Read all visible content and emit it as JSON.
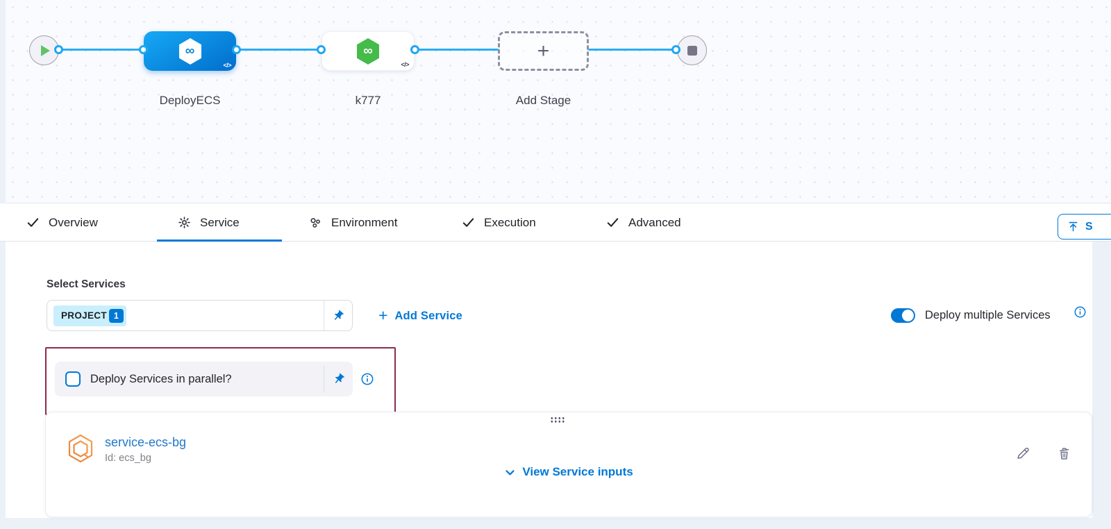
{
  "pipeline": {
    "infinity_glyph": "∞",
    "stages": [
      {
        "label": "DeployECS",
        "code_badge": "</>",
        "style": "blue"
      },
      {
        "label": "k777",
        "code_badge": "</>",
        "style": "white"
      },
      {
        "label": "Add Stage",
        "plus_glyph": "+",
        "style": "add-placeholder"
      }
    ]
  },
  "tabs": {
    "items": [
      {
        "label": "Overview",
        "icon": "check",
        "active": false
      },
      {
        "label": "Service",
        "icon": "gear",
        "active": true
      },
      {
        "label": "Environment",
        "icon": "environment",
        "active": false
      },
      {
        "label": "Execution",
        "icon": "check",
        "active": false
      },
      {
        "label": "Advanced",
        "icon": "check",
        "active": false
      }
    ],
    "save_button": {
      "label": "S",
      "icon": "upload"
    }
  },
  "service_section": {
    "select_services_label": "Select Services",
    "service_select": {
      "chip_text": "PROJECT",
      "chip_count": "1"
    },
    "add_service": {
      "plus_glyph": "+",
      "label": "Add Service"
    },
    "deploy_multiple": {
      "label": "Deploy multiple Services",
      "state_on": true
    },
    "parallel_checkbox": {
      "label": "Deploy Services in parallel?",
      "checked": false
    },
    "service_card": {
      "name": "service-ecs-bg",
      "id_text": "Id: ecs_bg",
      "view_inputs_label": "View Service inputs"
    }
  },
  "colors": {
    "accent_blue": "#0278d5",
    "connector_blue": "#2badf3",
    "stage_green": "#45bb49",
    "highlight_border": "#8d2b50",
    "chip_bg": "#c9effc"
  }
}
